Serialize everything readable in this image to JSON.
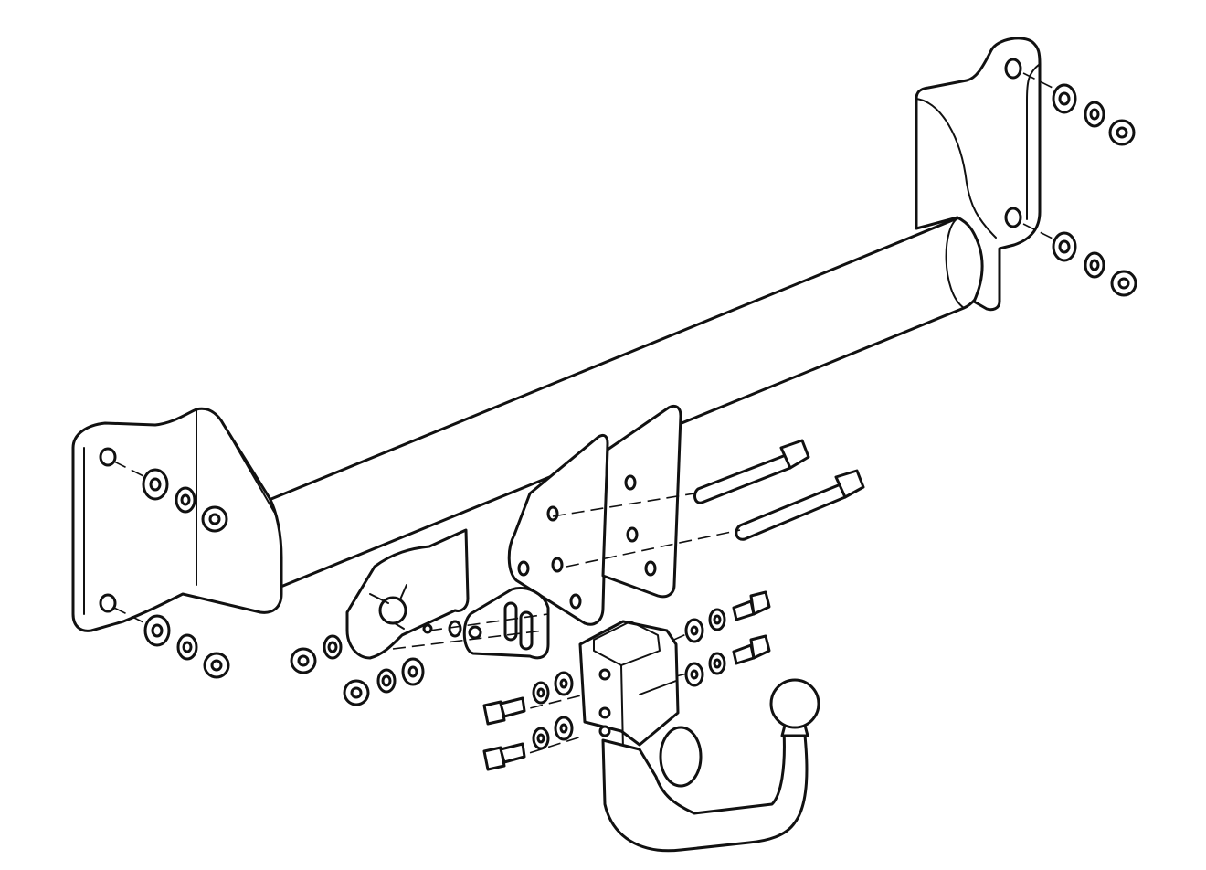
{
  "diagram": {
    "type": "exploded-assembly-drawing",
    "components": [
      "crossbar-tube",
      "left-mounting-bracket",
      "right-mounting-bracket",
      "center-hitch-plates",
      "socket-mounting-plate",
      "electrical-bracket",
      "long-mounting-bolts",
      "ball-mount-receiver",
      "detachable-tow-ball-neck",
      "tow-ball",
      "hex-bolts",
      "washers",
      "lock-washers",
      "hex-nuts"
    ],
    "colors": {
      "line": "#111111",
      "fill": "#ffffff",
      "background": "#ffffff"
    }
  }
}
